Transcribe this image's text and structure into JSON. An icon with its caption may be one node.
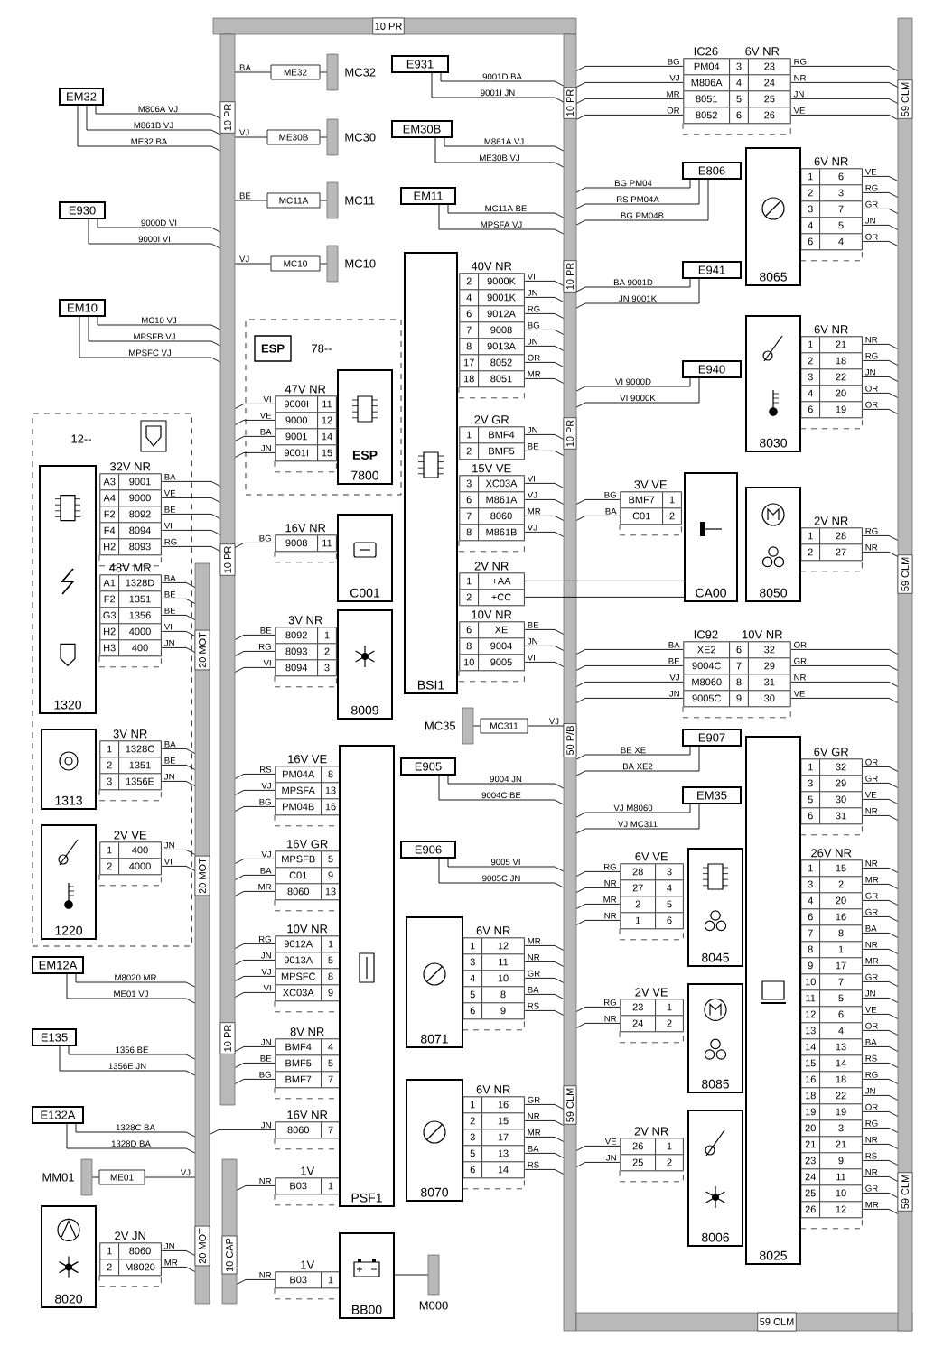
{
  "diagram": {
    "nodes": [
      {
        "text": [
          "10 PR"
        ]
      },
      {
        "text": [
          "10 PR",
          "10 PR",
          "10 PR"
        ]
      },
      {
        "text": [
          "20 MOT",
          "20 MOT",
          "20 MOT"
        ]
      },
      {
        "text": [
          "10 CAP"
        ]
      },
      {
        "text": [
          "10 PR",
          "10 PR",
          "10 PR",
          "50 P/B",
          "59 CLM"
        ]
      },
      {
        "text": [
          "59 CLM"
        ]
      },
      {
        "text": [
          "59 CLM",
          "59 CLM",
          "59 CLM"
        ]
      },
      {
        "text": [
          "EM32"
        ]
      },
      {
        "text": [
          "E930"
        ]
      },
      {
        "text": [
          "EM10"
        ]
      },
      {
        "text": [
          "12--"
        ]
      },
      {
        "text": [
          "1320"
        ],
        "in": 10
      },
      {
        "text": [
          "32V NR",
          "A3",
          "9001",
          "A4",
          "9000",
          "F2",
          "8092",
          "F4",
          "8094",
          "H2",
          "8093"
        ],
        "in": 10
      },
      {
        "text": [
          "48V MR",
          "A1",
          "1328D",
          "F2",
          "1351",
          "G3",
          "1356",
          "H2",
          "4000",
          "H3",
          "400"
        ],
        "in": 10
      },
      {
        "text": [
          "1313"
        ],
        "in": 10
      },
      {
        "text": [
          "3V NR",
          "1",
          "1328C",
          "2",
          "1351",
          "3",
          "1356E"
        ],
        "in": 10
      },
      {
        "text": [
          "1220"
        ],
        "in": 10
      },
      {
        "text": [
          "2V VE",
          "1",
          "400",
          "2",
          "4000"
        ],
        "in": 10
      },
      {
        "text": [
          "EM12A"
        ]
      },
      {
        "text": [
          "E135"
        ]
      },
      {
        "text": [
          "E132A"
        ]
      },
      {
        "text": [
          "MM01"
        ]
      },
      {
        "text": [
          "ME01"
        ]
      },
      {
        "text": [
          "8020"
        ]
      },
      {
        "text": [
          "2V JN",
          "1",
          "8060",
          "2",
          "M8020"
        ]
      },
      {
        "text": [
          "MC32"
        ]
      },
      {
        "text": [
          "ME32"
        ]
      },
      {
        "text": [
          "MC30"
        ]
      },
      {
        "text": [
          "ME30B"
        ]
      },
      {
        "text": [
          "MC11"
        ]
      },
      {
        "text": [
          "MC11A"
        ]
      },
      {
        "text": [
          "MC10"
        ]
      },
      {
        "text": [
          "MC10"
        ]
      },
      {
        "text": [
          "78--"
        ]
      },
      {
        "text": [
          "ESP"
        ],
        "in": 33
      },
      {
        "text": [
          "47V NR",
          "9000I",
          "11",
          "9000",
          "12",
          "9001",
          "14",
          "9001I",
          "15"
        ],
        "in": 33
      },
      {
        "text": [
          "ESP",
          "7800"
        ],
        "in": 33
      },
      {
        "text": [
          "16V NR",
          "9008",
          "11"
        ]
      },
      {
        "text": [
          "C001"
        ]
      },
      {
        "text": [
          "3V NR",
          "8092",
          "1",
          "8093",
          "2",
          "8094",
          "3"
        ]
      },
      {
        "text": [
          "8009"
        ]
      },
      {
        "text": [
          "BSI1"
        ]
      },
      {
        "text": [
          "40V NR",
          "2",
          "9000K",
          "4",
          "9001K",
          "6",
          "9012A",
          "7",
          "9008",
          "8",
          "9013A",
          "17",
          "8052",
          "18",
          "8051"
        ]
      },
      {
        "text": [
          "2V GR",
          "1",
          "BMF4",
          "2",
          "BMF5"
        ]
      },
      {
        "text": [
          "15V VE",
          "3",
          "XC03A",
          "6",
          "M861A",
          "7",
          "8060",
          "8",
          "M861B"
        ]
      },
      {
        "text": [
          "2V NR",
          "1",
          "+AA",
          "2",
          "+CC"
        ]
      },
      {
        "text": [
          "10V NR",
          "6",
          "XE",
          "8",
          "9004",
          "10",
          "9005"
        ]
      },
      {
        "text": [
          "E931"
        ]
      },
      {
        "text": [
          "EM30B"
        ]
      },
      {
        "text": [
          "EM11"
        ]
      },
      {
        "text": [
          "MC35"
        ]
      },
      {
        "text": [
          "MC311"
        ]
      },
      {
        "text": [
          "E905"
        ]
      },
      {
        "text": [
          "E906"
        ]
      },
      {
        "text": [
          "16V VE",
          "PM04A",
          "8",
          "MPSFA",
          "13",
          "PM04B",
          "16"
        ]
      },
      {
        "text": [
          "16V GR",
          "MPSFB",
          "5",
          "C01",
          "9",
          "8060",
          "13"
        ]
      },
      {
        "text": [
          "10V NR",
          "9012A",
          "1",
          "9013A",
          "5",
          "MPSFC",
          "8",
          "XC03A",
          "9"
        ]
      },
      {
        "text": [
          "8V NR",
          "BMF4",
          "4",
          "BMF5",
          "5",
          "BMF7",
          "7"
        ]
      },
      {
        "text": [
          "16V NR",
          "8060",
          "7"
        ]
      },
      {
        "text": [
          "1V",
          "B03",
          "1"
        ]
      },
      {
        "text": [
          "PSF1"
        ]
      },
      {
        "text": [
          "1V",
          "B03",
          "1"
        ]
      },
      {
        "text": [
          "BB00"
        ]
      },
      {
        "text": [
          "M000"
        ]
      },
      {
        "text": [
          "6V NR",
          "1",
          "12",
          "3",
          "11",
          "4",
          "10",
          "5",
          "8",
          "6",
          "9"
        ]
      },
      {
        "text": [
          "8071"
        ]
      },
      {
        "text": [
          "6V NR",
          "1",
          "16",
          "2",
          "15",
          "3",
          "17",
          "5",
          "13",
          "6",
          "14"
        ]
      },
      {
        "text": [
          "8070"
        ]
      },
      {
        "text": [
          "IC26",
          "6V NR",
          "PM04",
          "3",
          "23",
          "M806A",
          "4",
          "24",
          "8051",
          "5",
          "25",
          "8052",
          "6",
          "26"
        ]
      },
      {
        "text": [
          "E806"
        ]
      },
      {
        "text": [
          "E941"
        ]
      },
      {
        "text": [
          "E940"
        ]
      },
      {
        "text": [
          "8065"
        ]
      },
      {
        "text": [
          "6V NR",
          "1",
          "6",
          "2",
          "3",
          "3",
          "7",
          "4",
          "5",
          "6",
          "4"
        ]
      },
      {
        "text": [
          "8030"
        ]
      },
      {
        "text": [
          "6V NR",
          "1",
          "21",
          "2",
          "18",
          "3",
          "22",
          "4",
          "20",
          "6",
          "19"
        ]
      },
      {
        "text": [
          "3V VE",
          "BMF7",
          "1",
          "C01",
          "2"
        ]
      },
      {
        "text": [
          "CA00"
        ]
      },
      {
        "text": [
          "8050"
        ]
      },
      {
        "text": [
          "2V NR",
          "1",
          "28",
          "2",
          "27"
        ]
      },
      {
        "text": [
          "IC92",
          "10V NR",
          "XE2",
          "6",
          "32",
          "9004C",
          "7",
          "29",
          "M8060",
          "8",
          "31",
          "9005C",
          "9",
          "30"
        ]
      },
      {
        "text": [
          "E907"
        ]
      },
      {
        "text": [
          "EM35"
        ]
      },
      {
        "text": [
          "6V VE",
          "28",
          "3",
          "27",
          "4",
          "2",
          "5",
          "1",
          "6"
        ]
      },
      {
        "text": [
          "8045"
        ]
      },
      {
        "text": [
          "2V VE",
          "23",
          "1",
          "24",
          "2"
        ]
      },
      {
        "text": [
          "8085"
        ]
      },
      {
        "text": [
          "2V NR",
          "26",
          "1",
          "25",
          "2"
        ]
      },
      {
        "text": [
          "8006"
        ]
      },
      {
        "text": [
          "8025"
        ]
      },
      {
        "text": [
          "6V GR",
          "1",
          "32",
          "3",
          "29",
          "5",
          "30",
          "6",
          "31"
        ]
      },
      {
        "text": [
          "26V NR",
          "1",
          "15",
          "3",
          "2",
          "4",
          "20",
          "6",
          "16",
          "7",
          "8",
          "8",
          "1",
          "9",
          "17",
          "10",
          "7",
          "11",
          "5",
          "12",
          "6",
          "13",
          "4",
          "14",
          "13",
          "15",
          "14",
          "16",
          "18",
          "18",
          "22",
          "19",
          "19",
          "20",
          "3",
          "21",
          "21",
          "23",
          "9",
          "24",
          "11",
          "25",
          "10",
          "26",
          "12"
        ]
      }
    ],
    "edges": [
      {
        "from": 7,
        "to": 1,
        "arrow": "none",
        "label": "M806A VJ"
      },
      {
        "from": 7,
        "to": 1,
        "arrow": "none",
        "label": "M861B VJ"
      },
      {
        "from": 7,
        "to": 1,
        "arrow": "none",
        "label": "ME32 BA"
      },
      {
        "from": 8,
        "to": 1,
        "arrow": "none",
        "label": "9000D VI"
      },
      {
        "from": 8,
        "to": 1,
        "arrow": "none",
        "label": "9000I VI"
      },
      {
        "from": 9,
        "to": 1,
        "arrow": "none",
        "label": "MC10 VJ"
      },
      {
        "from": 9,
        "to": 1,
        "arrow": "none",
        "label": "MPSFB VJ"
      },
      {
        "from": 9,
        "to": 1,
        "arrow": "none",
        "label": "MPSFC VJ"
      },
      {
        "from": 12,
        "to": 1,
        "arrow": "none",
        "label": "BA"
      },
      {
        "from": 12,
        "to": 1,
        "arrow": "none",
        "label": "VE"
      },
      {
        "from": 12,
        "to": 1,
        "arrow": "none",
        "label": "BE"
      },
      {
        "from": 12,
        "to": 1,
        "arrow": "none",
        "label": "VI"
      },
      {
        "from": 12,
        "to": 1,
        "arrow": "none",
        "label": "RG"
      },
      {
        "from": 13,
        "to": 2,
        "arrow": "none",
        "label": "BA"
      },
      {
        "from": 13,
        "to": 2,
        "arrow": "none",
        "label": "BE"
      },
      {
        "from": 13,
        "to": 2,
        "arrow": "none",
        "label": "BE"
      },
      {
        "from": 13,
        "to": 2,
        "arrow": "none",
        "label": "VI"
      },
      {
        "from": 13,
        "to": 2,
        "arrow": "none",
        "label": "JN"
      },
      {
        "from": 15,
        "to": 2,
        "arrow": "none",
        "label": "BA"
      },
      {
        "from": 15,
        "to": 2,
        "arrow": "none",
        "label": "BE"
      },
      {
        "from": 15,
        "to": 2,
        "arrow": "none",
        "label": "JN"
      },
      {
        "from": 17,
        "to": 2,
        "arrow": "none",
        "label": "JN"
      },
      {
        "from": 17,
        "to": 2,
        "arrow": "none",
        "label": "VI"
      },
      {
        "from": 18,
        "to": 2,
        "arrow": "none",
        "label": "M8020 MR"
      },
      {
        "from": 18,
        "to": 2,
        "arrow": "none",
        "label": "ME01 VJ"
      },
      {
        "from": 19,
        "to": 2,
        "arrow": "none",
        "label": "1356 BE"
      },
      {
        "from": 19,
        "to": 2,
        "arrow": "none",
        "label": "1356E JN"
      },
      {
        "from": 20,
        "to": 2,
        "arrow": "none",
        "label": "1328C BA"
      },
      {
        "from": 20,
        "to": 2,
        "arrow": "none",
        "label": "1328D BA"
      },
      {
        "from": 22,
        "to": 21,
        "arrow": "none"
      },
      {
        "from": 22,
        "to": 2,
        "arrow": "none",
        "label": "VJ"
      },
      {
        "from": 24,
        "to": 2,
        "arrow": "none",
        "label": "JN"
      },
      {
        "from": 24,
        "to": 2,
        "arrow": "none",
        "label": "MR"
      },
      {
        "from": 26,
        "to": 25,
        "arrow": "none"
      },
      {
        "from": 26,
        "to": 1,
        "arrow": "none",
        "label": "BA"
      },
      {
        "from": 28,
        "to": 27,
        "arrow": "none"
      },
      {
        "from": 28,
        "to": 1,
        "arrow": "none",
        "label": "VJ"
      },
      {
        "from": 30,
        "to": 29,
        "arrow": "none"
      },
      {
        "from": 30,
        "to": 1,
        "arrow": "none",
        "label": "BE"
      },
      {
        "from": 32,
        "to": 31,
        "arrow": "none"
      },
      {
        "from": 32,
        "to": 1,
        "arrow": "none",
        "label": "VJ"
      },
      {
        "from": 35,
        "to": 1,
        "arrow": "none",
        "label": "VI"
      },
      {
        "from": 35,
        "to": 1,
        "arrow": "none",
        "label": "VE"
      },
      {
        "from": 35,
        "to": 1,
        "arrow": "none",
        "label": "BA"
      },
      {
        "from": 35,
        "to": 1,
        "arrow": "none",
        "label": "JN"
      },
      {
        "from": 37,
        "to": 1,
        "arrow": "none",
        "label": "BG"
      },
      {
        "from": 39,
        "to": 1,
        "arrow": "none",
        "label": "BE"
      },
      {
        "from": 39,
        "to": 1,
        "arrow": "none",
        "label": "RG"
      },
      {
        "from": 39,
        "to": 1,
        "arrow": "none",
        "label": "VI"
      },
      {
        "from": 42,
        "to": 4,
        "arrow": "none",
        "label": "VI"
      },
      {
        "from": 42,
        "to": 4,
        "arrow": "none",
        "label": "JN"
      },
      {
        "from": 42,
        "to": 4,
        "arrow": "none",
        "label": "RG"
      },
      {
        "from": 42,
        "to": 4,
        "arrow": "none",
        "label": "BG"
      },
      {
        "from": 42,
        "to": 4,
        "arrow": "none",
        "label": "JN"
      },
      {
        "from": 42,
        "to": 4,
        "arrow": "none",
        "label": "OR"
      },
      {
        "from": 42,
        "to": 4,
        "arrow": "none",
        "label": "MR"
      },
      {
        "from": 43,
        "to": 4,
        "arrow": "none",
        "label": "JN"
      },
      {
        "from": 43,
        "to": 4,
        "arrow": "none",
        "label": "BE"
      },
      {
        "from": 44,
        "to": 4,
        "arrow": "none",
        "label": "VI"
      },
      {
        "from": 44,
        "to": 4,
        "arrow": "none",
        "label": "VJ"
      },
      {
        "from": 44,
        "to": 4,
        "arrow": "none",
        "label": "MR"
      },
      {
        "from": 44,
        "to": 4,
        "arrow": "none",
        "label": "VJ"
      },
      {
        "from": 45,
        "to": 77,
        "arrow": "none"
      },
      {
        "from": 45,
        "to": 77,
        "arrow": "none"
      },
      {
        "from": 46,
        "to": 4,
        "arrow": "none",
        "label": "BE"
      },
      {
        "from": 46,
        "to": 4,
        "arrow": "none",
        "label": "JN"
      },
      {
        "from": 46,
        "to": 4,
        "arrow": "none",
        "label": "VI"
      },
      {
        "from": 47,
        "to": 4,
        "arrow": "none",
        "label": "9001D BA"
      },
      {
        "from": 47,
        "to": 4,
        "arrow": "none",
        "label": "9001I JN"
      },
      {
        "from": 48,
        "to": 4,
        "arrow": "none",
        "label": "M861A VJ"
      },
      {
        "from": 48,
        "to": 4,
        "arrow": "none",
        "label": "ME30B VJ"
      },
      {
        "from": 49,
        "to": 4,
        "arrow": "none",
        "label": "MC11A BE"
      },
      {
        "from": 49,
        "to": 4,
        "arrow": "none",
        "label": "MPSFA VJ"
      },
      {
        "from": 51,
        "to": 50,
        "arrow": "none"
      },
      {
        "from": 51,
        "to": 4,
        "arrow": "none",
        "label": "VJ"
      },
      {
        "from": 52,
        "to": 4,
        "arrow": "none",
        "label": "9004 JN"
      },
      {
        "from": 52,
        "to": 4,
        "arrow": "none",
        "label": "9004C BE"
      },
      {
        "from": 53,
        "to": 4,
        "arrow": "none",
        "label": "9005 VI"
      },
      {
        "from": 53,
        "to": 4,
        "arrow": "none",
        "label": "9005C JN"
      },
      {
        "from": 54,
        "to": 1,
        "arrow": "none",
        "label": "RS"
      },
      {
        "from": 54,
        "to": 1,
        "arrow": "none",
        "label": "VJ"
      },
      {
        "from": 54,
        "to": 1,
        "arrow": "none",
        "label": "BG"
      },
      {
        "from": 55,
        "to": 1,
        "arrow": "none",
        "label": "VJ"
      },
      {
        "from": 55,
        "to": 1,
        "arrow": "none",
        "label": "BA"
      },
      {
        "from": 55,
        "to": 1,
        "arrow": "none",
        "label": "MR"
      },
      {
        "from": 56,
        "to": 1,
        "arrow": "none",
        "label": "RG"
      },
      {
        "from": 56,
        "to": 1,
        "arrow": "none",
        "label": "JN"
      },
      {
        "from": 56,
        "to": 1,
        "arrow": "none",
        "label": "VJ"
      },
      {
        "from": 56,
        "to": 1,
        "arrow": "none",
        "label": "VI"
      },
      {
        "from": 57,
        "to": 1,
        "arrow": "none",
        "label": "JN"
      },
      {
        "from": 57,
        "to": 1,
        "arrow": "none",
        "label": "BE"
      },
      {
        "from": 57,
        "to": 1,
        "arrow": "none",
        "label": "BG"
      },
      {
        "from": 58,
        "to": 2,
        "arrow": "none",
        "label": "JN"
      },
      {
        "from": 59,
        "to": 3,
        "arrow": "none",
        "label": "NR"
      },
      {
        "from": 61,
        "to": 3,
        "arrow": "none",
        "label": "NR"
      },
      {
        "from": 62,
        "to": 63,
        "arrow": "none"
      },
      {
        "from": 64,
        "to": 4,
        "arrow": "none",
        "label": "MR"
      },
      {
        "from": 64,
        "to": 4,
        "arrow": "none",
        "label": "NR"
      },
      {
        "from": 64,
        "to": 4,
        "arrow": "none",
        "label": "GR"
      },
      {
        "from": 64,
        "to": 4,
        "arrow": "none",
        "label": "BA"
      },
      {
        "from": 64,
        "to": 4,
        "arrow": "none",
        "label": "RS"
      },
      {
        "from": 66,
        "to": 4,
        "arrow": "none",
        "label": "GR"
      },
      {
        "from": 66,
        "to": 4,
        "arrow": "none",
        "label": "NR"
      },
      {
        "from": 66,
        "to": 4,
        "arrow": "none",
        "label": "MR"
      },
      {
        "from": 66,
        "to": 4,
        "arrow": "none",
        "label": "BA"
      },
      {
        "from": 66,
        "to": 4,
        "arrow": "none",
        "label": "RS"
      },
      {
        "from": 4,
        "to": 68,
        "arrow": "none",
        "label": "BG"
      },
      {
        "from": 4,
        "to": 68,
        "arrow": "none",
        "label": "VJ"
      },
      {
        "from": 4,
        "to": 68,
        "arrow": "none",
        "label": "MR"
      },
      {
        "from": 4,
        "to": 68,
        "arrow": "none",
        "label": "OR"
      },
      {
        "from": 68,
        "to": 6,
        "arrow": "none",
        "label": "RG"
      },
      {
        "from": 68,
        "to": 6,
        "arrow": "none",
        "label": "NR"
      },
      {
        "from": 68,
        "to": 6,
        "arrow": "none",
        "label": "JN"
      },
      {
        "from": 68,
        "to": 6,
        "arrow": "none",
        "label": "VE"
      },
      {
        "from": 69,
        "to": 4,
        "arrow": "none",
        "label": "BG PM04"
      },
      {
        "from": 69,
        "to": 4,
        "arrow": "none",
        "label": "RS PM04A"
      },
      {
        "from": 69,
        "to": 4,
        "arrow": "none",
        "label": "BG PM04B"
      },
      {
        "from": 70,
        "to": 4,
        "arrow": "none",
        "label": "BA 9001D"
      },
      {
        "from": 70,
        "to": 4,
        "arrow": "none",
        "label": "JN 9001K"
      },
      {
        "from": 71,
        "to": 4,
        "arrow": "none",
        "label": "VI 9000D"
      },
      {
        "from": 71,
        "to": 4,
        "arrow": "none",
        "label": "VI 9000K"
      },
      {
        "from": 73,
        "to": 6,
        "arrow": "none",
        "label": "VE"
      },
      {
        "from": 73,
        "to": 6,
        "arrow": "none",
        "label": "RG"
      },
      {
        "from": 73,
        "to": 6,
        "arrow": "none",
        "label": "GR"
      },
      {
        "from": 73,
        "to": 6,
        "arrow": "none",
        "label": "JN"
      },
      {
        "from": 73,
        "to": 6,
        "arrow": "none",
        "label": "OR"
      },
      {
        "from": 75,
        "to": 6,
        "arrow": "none",
        "label": "NR"
      },
      {
        "from": 75,
        "to": 6,
        "arrow": "none",
        "label": "RG"
      },
      {
        "from": 75,
        "to": 6,
        "arrow": "none",
        "label": "JN"
      },
      {
        "from": 75,
        "to": 6,
        "arrow": "none",
        "label": "OR"
      },
      {
        "from": 75,
        "to": 6,
        "arrow": "none",
        "label": "OR"
      },
      {
        "from": 4,
        "to": 76,
        "arrow": "none",
        "label": "BG"
      },
      {
        "from": 4,
        "to": 76,
        "arrow": "none",
        "label": "BA"
      },
      {
        "from": 79,
        "to": 6,
        "arrow": "none",
        "label": "RG"
      },
      {
        "from": 79,
        "to": 6,
        "arrow": "none",
        "label": "NR"
      },
      {
        "from": 4,
        "to": 80,
        "arrow": "none",
        "label": "BA"
      },
      {
        "from": 4,
        "to": 80,
        "arrow": "none",
        "label": "BE"
      },
      {
        "from": 4,
        "to": 80,
        "arrow": "none",
        "label": "VJ"
      },
      {
        "from": 4,
        "to": 80,
        "arrow": "none",
        "label": "JN"
      },
      {
        "from": 80,
        "to": 6,
        "arrow": "none",
        "label": "OR"
      },
      {
        "from": 80,
        "to": 6,
        "arrow": "none",
        "label": "GR"
      },
      {
        "from": 80,
        "to": 6,
        "arrow": "none",
        "label": "NR"
      },
      {
        "from": 80,
        "to": 6,
        "arrow": "none",
        "label": "VE"
      },
      {
        "from": 81,
        "to": 4,
        "arrow": "none",
        "label": "BE XE"
      },
      {
        "from": 81,
        "to": 4,
        "arrow": "none",
        "label": "BA XE2"
      },
      {
        "from": 82,
        "to": 4,
        "arrow": "none",
        "label": "VJ M8060"
      },
      {
        "from": 82,
        "to": 4,
        "arrow": "none",
        "label": "VJ MC311"
      },
      {
        "from": 4,
        "to": 83,
        "arrow": "none",
        "label": "RG"
      },
      {
        "from": 4,
        "to": 83,
        "arrow": "none",
        "label": "NR"
      },
      {
        "from": 4,
        "to": 83,
        "arrow": "none",
        "label": "MR"
      },
      {
        "from": 4,
        "to": 83,
        "arrow": "none",
        "label": "NR"
      },
      {
        "from": 4,
        "to": 85,
        "arrow": "none",
        "label": "RG"
      },
      {
        "from": 4,
        "to": 85,
        "arrow": "none",
        "label": "NR"
      },
      {
        "from": 4,
        "to": 87,
        "arrow": "none",
        "label": "VE"
      },
      {
        "from": 4,
        "to": 87,
        "arrow": "none",
        "label": "JN"
      },
      {
        "from": 90,
        "to": 6,
        "arrow": "none",
        "label": "OR"
      },
      {
        "from": 90,
        "to": 6,
        "arrow": "none",
        "label": "GR"
      },
      {
        "from": 90,
        "to": 6,
        "arrow": "none",
        "label": "VE"
      },
      {
        "from": 90,
        "to": 6,
        "arrow": "none",
        "label": "NR"
      },
      {
        "from": 91,
        "to": 6,
        "arrow": "none",
        "label": "NR"
      },
      {
        "from": 91,
        "to": 6,
        "arrow": "none",
        "label": "MR"
      },
      {
        "from": 91,
        "to": 6,
        "arrow": "none",
        "label": "GR"
      },
      {
        "from": 91,
        "to": 6,
        "arrow": "none",
        "label": "GR"
      },
      {
        "from": 91,
        "to": 6,
        "arrow": "none",
        "label": "BA"
      },
      {
        "from": 91,
        "to": 6,
        "arrow": "none",
        "label": "NR"
      },
      {
        "from": 91,
        "to": 6,
        "arrow": "none",
        "label": "MR"
      },
      {
        "from": 91,
        "to": 6,
        "arrow": "none",
        "label": "GR"
      },
      {
        "from": 91,
        "to": 6,
        "arrow": "none",
        "label": "JN"
      },
      {
        "from": 91,
        "to": 6,
        "arrow": "none",
        "label": "VE"
      },
      {
        "from": 91,
        "to": 6,
        "arrow": "none",
        "label": "OR"
      },
      {
        "from": 91,
        "to": 6,
        "arrow": "none",
        "label": "BA"
      },
      {
        "from": 91,
        "to": 6,
        "arrow": "none",
        "label": "RS"
      },
      {
        "from": 91,
        "to": 6,
        "arrow": "none",
        "label": "RG"
      },
      {
        "from": 91,
        "to": 6,
        "arrow": "none",
        "label": "JN"
      },
      {
        "from": 91,
        "to": 6,
        "arrow": "none",
        "label": "OR"
      },
      {
        "from": 91,
        "to": 6,
        "arrow": "none",
        "label": "RG"
      },
      {
        "from": 91,
        "to": 6,
        "arrow": "none",
        "label": "NR"
      },
      {
        "from": 91,
        "to": 6,
        "arrow": "none",
        "label": "RS"
      },
      {
        "from": 91,
        "to": 6,
        "arrow": "none",
        "label": "NR"
      },
      {
        "from": 91,
        "to": 6,
        "arrow": "none",
        "label": "GR"
      },
      {
        "from": 91,
        "to": 6,
        "arrow": "none",
        "label": "MR"
      }
    ]
  }
}
